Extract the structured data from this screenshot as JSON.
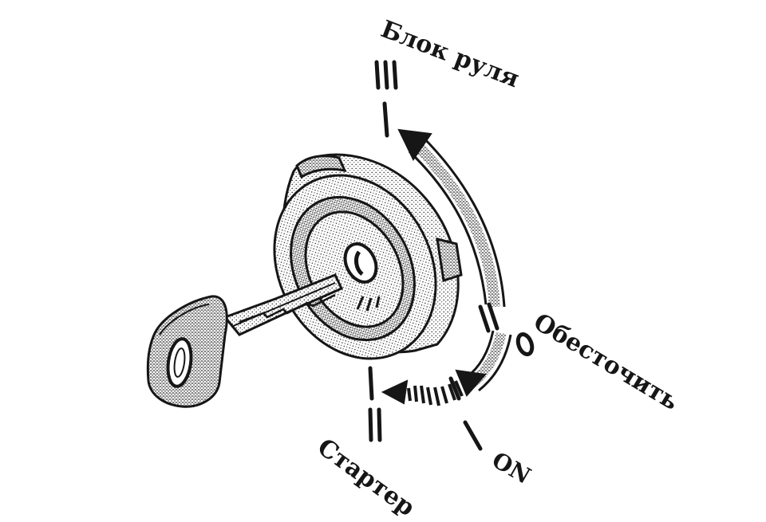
{
  "labels": {
    "steering_lock": "Блок руля",
    "off": "Обесточить",
    "on": "ON",
    "starter": "Стартер"
  },
  "position_marks": {
    "steering_lock": "III",
    "off_roman": "II",
    "off_zero": "0",
    "on": "I",
    "starter": "II"
  },
  "colors": {
    "ink": "#161616",
    "paper": "#ffffff"
  },
  "icons": [
    "ignition-cylinder-icon",
    "car-key-icon",
    "rotation-arrow-icon"
  ]
}
